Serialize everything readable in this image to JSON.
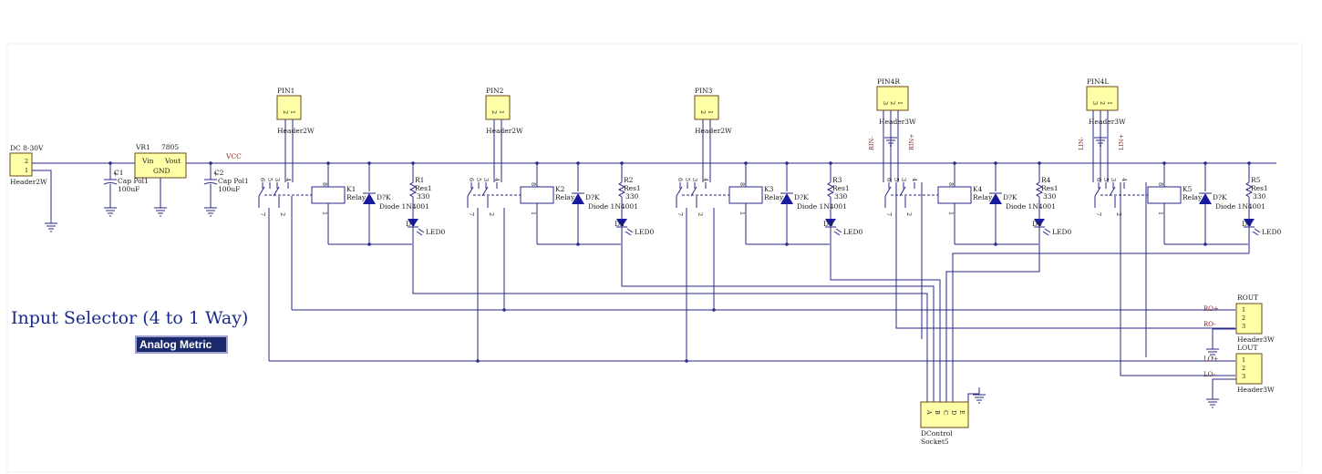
{
  "title": "Input Selector (4 to 1 Way)",
  "badge": "Analog Metric",
  "supply": {
    "connector_label": "DC 8-30V",
    "connector_type": "Header2W",
    "pins": [
      "2",
      "1"
    ],
    "c1": {
      "ref": "C1",
      "type": "Cap Pol1",
      "value": "100uF"
    },
    "vr1": {
      "ref": "VR1",
      "part": "7805",
      "vin": "Vin",
      "vout": "Vout",
      "gnd": "GND"
    },
    "c2": {
      "ref": "C2",
      "type": "Cap Pol1",
      "value": "100uF"
    },
    "vcc": "VCC"
  },
  "channels": [
    {
      "pin": "PIN1",
      "pin_type": "Header2W",
      "pin_nums": [
        "2",
        "1"
      ],
      "relay": "K1",
      "relay_type": "Relay",
      "diode_type": "Diode 1N4001",
      "diode_tag": "D?K",
      "res": "R1",
      "res_type": "Res1",
      "res_val": "330",
      "led": "D1",
      "led_type": "LED0"
    },
    {
      "pin": "PIN2",
      "pin_type": "Header2W",
      "pin_nums": [
        "2",
        "1"
      ],
      "relay": "K2",
      "relay_type": "Relay",
      "diode_type": "Diode 1N4001",
      "diode_tag": "D?K",
      "res": "R2",
      "res_type": "Res1",
      "res_val": "330",
      "led": "D2",
      "led_type": "LED0"
    },
    {
      "pin": "PIN3",
      "pin_type": "Header2W",
      "pin_nums": [
        "2",
        "1"
      ],
      "relay": "K3",
      "relay_type": "Relay",
      "diode_type": "Diode 1N4001",
      "diode_tag": "D?K",
      "res": "R3",
      "res_type": "Res1",
      "res_val": "330",
      "led": "D3",
      "led_type": "LED0"
    },
    {
      "pin": "PIN4R",
      "pin_type": "Header3W",
      "pin_nums": [
        "3",
        "2",
        "1"
      ],
      "relay": "K4",
      "relay_type": "Relay",
      "diode_type": "Diode 1N4001",
      "diode_tag": "D?K",
      "res": "R4",
      "res_type": "Res1",
      "res_val": "330",
      "led": "D4",
      "led_type": "LED0",
      "net_labels": [
        "RIN-",
        "RIN+"
      ]
    },
    {
      "pin": "PIN4L",
      "pin_type": "Header3W",
      "pin_nums": [
        "3",
        "2",
        "1"
      ],
      "relay": "K5",
      "relay_type": "Relay",
      "diode_type": "Diode 1N4001",
      "diode_tag": "D?K",
      "res": "R5",
      "res_type": "Res1",
      "res_val": "330",
      "led": "D5",
      "led_type": "LED0",
      "net_labels": [
        "LIN-",
        "LIN+"
      ]
    }
  ],
  "relay_pin_nums": [
    "6",
    "5",
    "3",
    "4",
    "7",
    "2",
    "8",
    "1"
  ],
  "outputs": [
    {
      "ref": "ROUT",
      "type": "Header3W",
      "pins": [
        "1",
        "2",
        "3"
      ],
      "nets": [
        "RO+",
        "RO-"
      ]
    },
    {
      "ref": "LOUT",
      "type": "Header3W",
      "pins": [
        "1",
        "2",
        "3"
      ],
      "nets": [
        "LO+",
        "LO-"
      ]
    }
  ],
  "control": {
    "ref": "DControl",
    "type": "Socket5",
    "pins": [
      "A",
      "B",
      "C",
      "D",
      "E"
    ]
  },
  "colors": {
    "wire": "#2a2a8a",
    "part_fill": "#ffffa8",
    "part_border": "#6b4a1a",
    "title": "#1a2a8a",
    "badge_bg": "#1a2a6a",
    "net_label": "#8b1a1a"
  }
}
